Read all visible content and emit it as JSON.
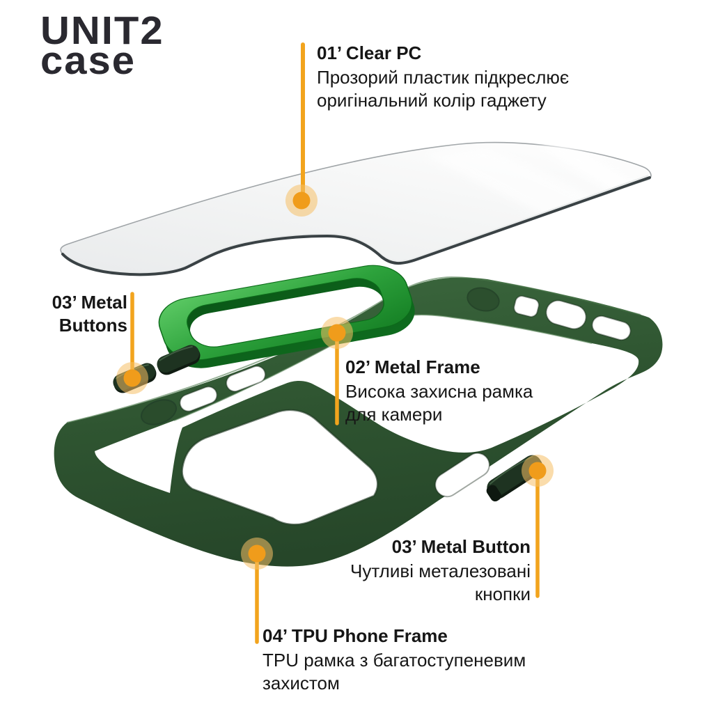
{
  "logo": {
    "line1": "UNIT2",
    "line2": "case"
  },
  "annotations": {
    "clear_pc": {
      "title": "01’ Clear PC",
      "body": "Прозорий пластик підкреслює\nоригінальний колір гаджету"
    },
    "metal_buttons_left": {
      "title": "03’ Metal\nButtons",
      "body": ""
    },
    "metal_frame": {
      "title": "02’ Metal Frame",
      "body": "Висока захисна рамка\nдля камери"
    },
    "metal_button_right": {
      "title": "03’ Metal Button",
      "body": "Чутливі металезовані\nкнопки"
    },
    "tpu_frame": {
      "title": "04’ TPU Phone Frame",
      "body": "TPU рамка з багатоступеневим\nзахистом"
    }
  },
  "colors": {
    "accent_orange": "#F2A41D",
    "accent_halo": "#F6C066",
    "case_green": "#2F5431",
    "ring_green": "#2CA23A",
    "button_dark": "#15231A",
    "glass_gray": "#F0F1F2",
    "text": "#161616",
    "logo": "#2A2930"
  },
  "illustration_parts": [
    "clear-pc-plate",
    "metal-camera-frame-ring",
    "tpu-case-body",
    "metal-button-left-lower",
    "metal-button-left-upper",
    "metal-button-right"
  ]
}
